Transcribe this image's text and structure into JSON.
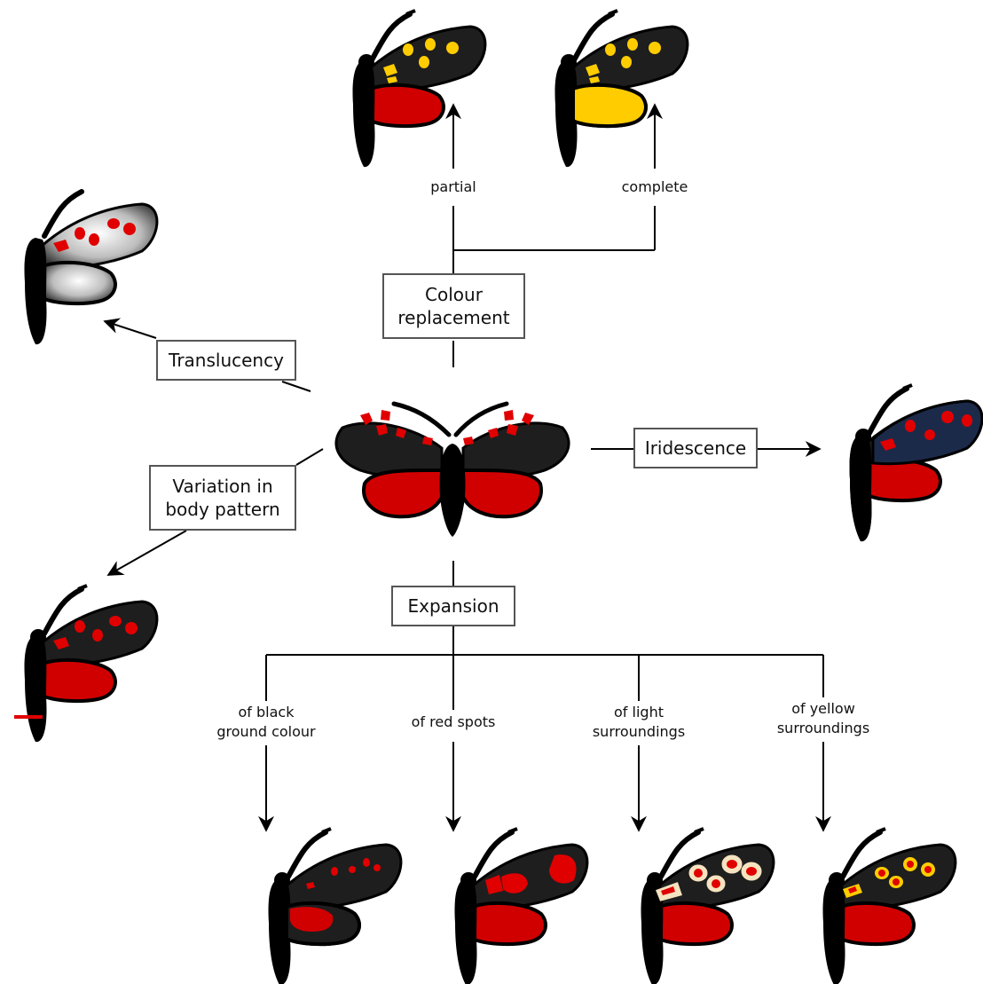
{
  "boxes": {
    "colour_replacement": [
      "Colour",
      "replacement"
    ],
    "translucency": "Translucency",
    "iridescence": "Iridescence",
    "variation": [
      "Variation in",
      "body pattern"
    ],
    "expansion": "Expansion"
  },
  "labels": {
    "partial": "partial",
    "complete": "complete",
    "black_ground": [
      "of black",
      "ground colour"
    ],
    "red_spots": "of red spots",
    "light_surroundings": [
      "of light",
      "surroundings"
    ],
    "yellow_surroundings": [
      "of yellow",
      "surroundings"
    ]
  },
  "colors": {
    "body": "#000000",
    "forewing": "#1e1e1e",
    "spot_red": "#e00000",
    "hindwing_red": "#d10000",
    "yellow": "#ffcc00",
    "iridescent_blue": "#1c2a4a",
    "box_border": "#555555"
  }
}
